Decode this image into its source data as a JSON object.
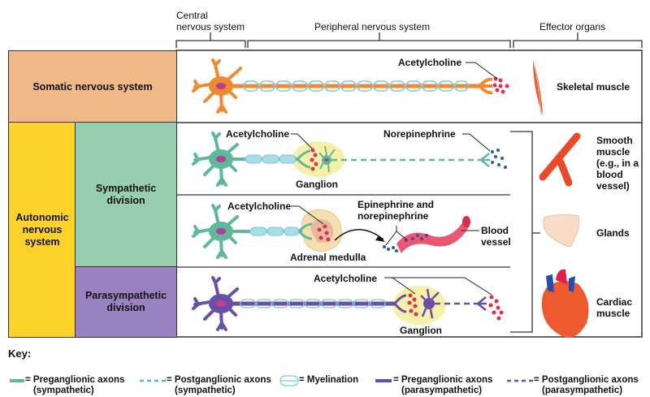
{
  "headers": {
    "cns": "Central\nnervous system",
    "pns": "Peripheral nervous system",
    "effector": "Effector organs"
  },
  "rows": {
    "somatic": "Somatic nervous system",
    "autonomic": "Autonomic nervous system",
    "sympathetic": "Sympathetic division",
    "parasympathetic": "Parasympathetic division"
  },
  "labels": {
    "somatic_nt": "Acetylcholine",
    "symp_pre_nt": "Acetylcholine",
    "symp_post_nt": "Norepinephrine",
    "symp_ganglion": "Ganglion",
    "adrenal_nt": "Acetylcholine",
    "adrenal_medulla": "Adrenal medulla",
    "adrenal_hormones": "Epinephrine and norepinephrine",
    "blood_vessel": "Blood vessel",
    "para_nt": "Acetylcholine",
    "para_ganglion": "Ganglion"
  },
  "effectors": {
    "skeletal": "Skeletal muscle",
    "smooth": "Smooth muscle (e.g., in a blood vessel)",
    "glands": "Glands",
    "cardiac": "Cardiac muscle"
  },
  "colors": {
    "somatic": "#f0b98a",
    "autonomic": "#fcd12a",
    "sympathetic": "#97cfae",
    "parasympathetic": "#9a82c0",
    "somatic_neuron": "#f08a30",
    "symp_neuron": "#5fb89a",
    "para_neuron": "#6a4fa8",
    "myelin": "#7ec8d8",
    "acetylcholine": "#e03050",
    "norepinephrine": "#2a5a9a"
  },
  "key": {
    "title": "Key:",
    "items": [
      {
        "label": "= Preganglionic axons",
        "sub": "(sympathetic)"
      },
      {
        "label": "= Postganglionic axons",
        "sub": "(sympathetic)"
      },
      {
        "label": "= Myelination",
        "sub": ""
      },
      {
        "label": "= Preganglionic axons",
        "sub": "(parasympathetic)"
      },
      {
        "label": "= Postganglionic axons",
        "sub": "(parasympathetic)"
      }
    ]
  }
}
